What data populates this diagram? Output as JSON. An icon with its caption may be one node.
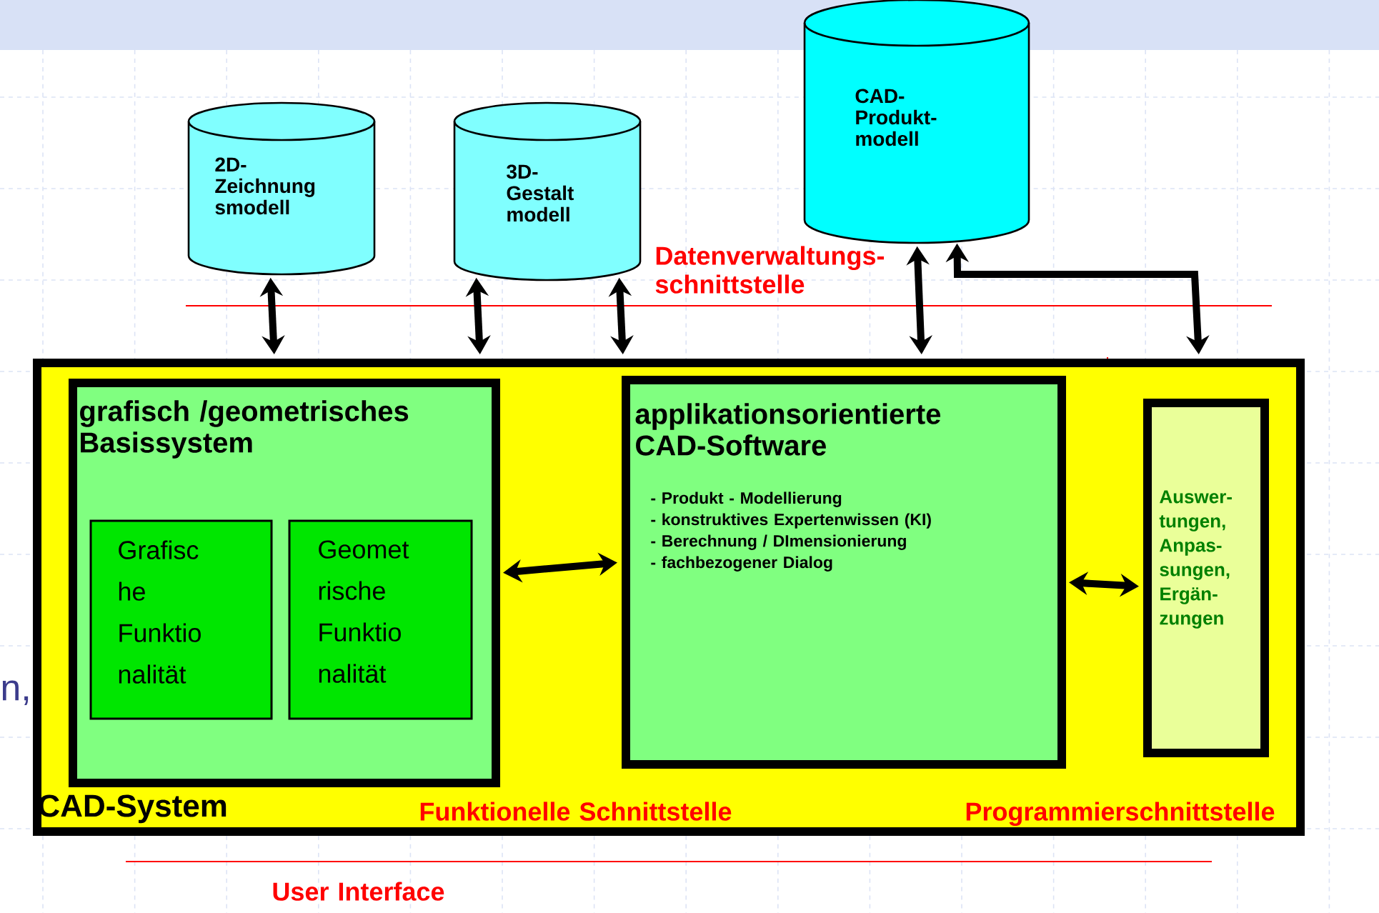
{
  "diagram": {
    "nodes": [
      {
        "text": [
          "2D- Zeichnung smodell"
        ]
      },
      {
        "text": [
          "3D- Gestalt modell"
        ]
      },
      {
        "text": [
          "CAD- Produkt- modell"
        ]
      },
      {
        "text": [
          "CAD-System"
        ]
      },
      {
        "text": [
          "grafisch /geometrisches Basissystem"
        ],
        "in": 3
      },
      {
        "text": [
          "Grafisc he Funktio nalität"
        ],
        "in": 4
      },
      {
        "text": [
          "Geomet rische Funktio nalität"
        ],
        "in": 4
      },
      {
        "text": [
          "applikationsorientierte CAD-Software",
          "- Produkt - Modellierung",
          "- konstruktives Expertenwissen (KI)",
          "- Berechnung / DImensionierung",
          "- fachbezogener Dialog"
        ],
        "in": 3
      },
      {
        "text": [
          "Auswer- tungen, Anpas- sungen, Ergän- zungen"
        ],
        "in": 3
      }
    ],
    "edges": [
      {
        "from": 0,
        "to": 3,
        "arrow": "both"
      },
      {
        "from": 1,
        "to": 3,
        "arrow": "both"
      },
      {
        "from": 1,
        "to": 3,
        "arrow": "both"
      },
      {
        "from": 2,
        "to": 3,
        "arrow": "both"
      },
      {
        "from": 2,
        "to": 3,
        "arrow": "both"
      },
      {
        "from": 4,
        "to": 7,
        "arrow": "both"
      },
      {
        "from": 7,
        "to": 8,
        "arrow": "both"
      }
    ],
    "labels": [
      "Datenverwaltungs- schnittstelle",
      "n,",
      "Funktionelle Schnittstelle",
      "Programmierschnittstelle",
      "User Interface"
    ]
  }
}
